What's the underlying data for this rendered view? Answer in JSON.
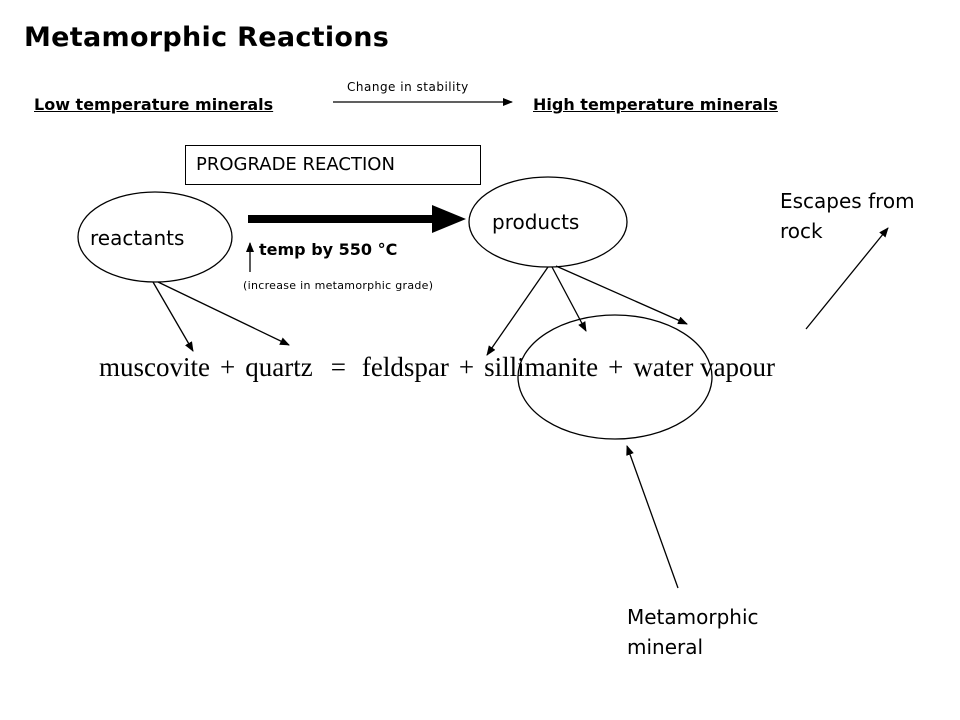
{
  "title": "Metamorphic Reactions",
  "stability": {
    "low_label": "Low temperature minerals",
    "high_label": "High temperature minerals",
    "arrow_label": "Change in stability"
  },
  "prograde_label": "PROGRADE REACTION",
  "reactants_label": "reactants",
  "products_label": "products",
  "temp_label": "temp by 550 °C",
  "grade_label": "(increase in metamorphic grade)",
  "equation": {
    "reactant1": "muscovite",
    "plus1": "+",
    "reactant2": "quartz",
    "equals": "=",
    "product1": "feldspar",
    "plus2": "+",
    "product2": "sillimanite",
    "plus3": "+",
    "product3": "water vapour"
  },
  "escapes_label": "Escapes from rock",
  "metamorphic_label": "Metamorphic mineral"
}
